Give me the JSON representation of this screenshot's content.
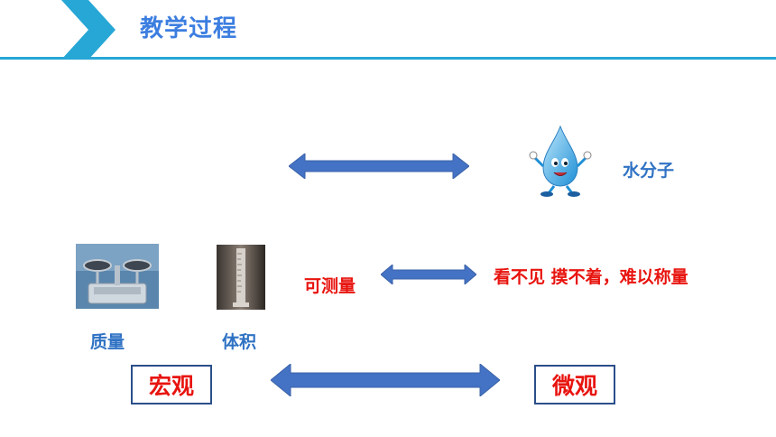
{
  "header": {
    "title": "教学过程",
    "accent_color": "#27a7d6",
    "title_color": "#3c7ee0"
  },
  "molecule": {
    "label": "水分子",
    "icon": "water-drop-character-icon"
  },
  "measurable": {
    "label": "可测量"
  },
  "invisible": {
    "label": "看不见 摸不着，难以称量"
  },
  "mass": {
    "label": "质量",
    "icon": "balance-scale-photo"
  },
  "volume": {
    "label": "体积",
    "icon": "graduated-cylinder-photo"
  },
  "macro": {
    "label": "宏观"
  },
  "micro": {
    "label": "微观"
  },
  "colors": {
    "arrow": "#4472c4",
    "red": "#e8140f",
    "blue": "#2f72c4"
  }
}
